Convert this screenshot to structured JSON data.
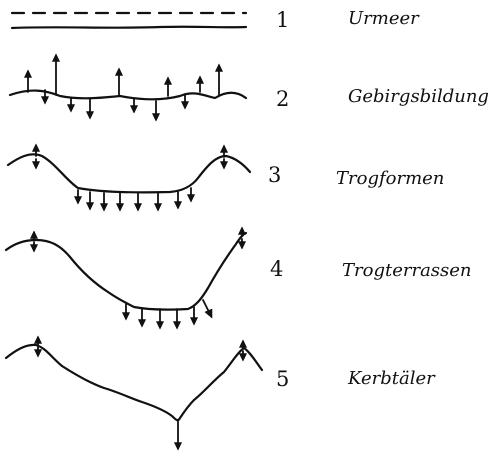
{
  "stages": [
    {
      "number": "1",
      "label": "Urmeer"
    },
    {
      "number": "2",
      "label": "Gebirgsbildung"
    },
    {
      "number": "3",
      "label": "Trogformen"
    },
    {
      "number": "4",
      "label": "Trogterrassen"
    },
    {
      "number": "5",
      "label": "Kerbtäler"
    }
  ]
}
